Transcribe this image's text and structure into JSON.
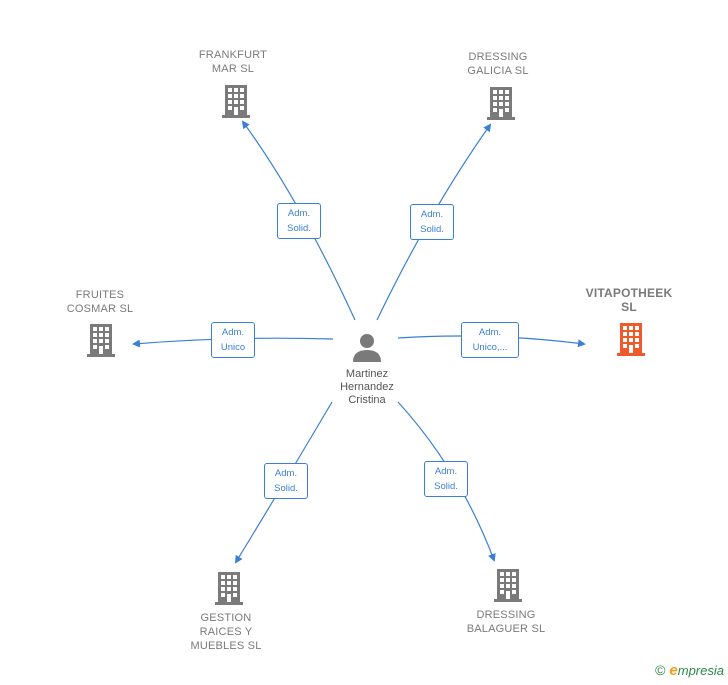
{
  "colors": {
    "edge": "#3b7fd4",
    "building": "#7a7a7a",
    "highlight": "#f05a2a",
    "person": "#7a7a7a"
  },
  "person": {
    "name": "Martinez\nHernandez\nCristina",
    "icon": "person-icon"
  },
  "companies": [
    {
      "id": "frankfurt",
      "name": "FRANKFURT\nMAR  SL",
      "role": "Adm.\nSolid.",
      "highlight": false
    },
    {
      "id": "dressing-galicia",
      "name": "DRESSING\nGALICIA  SL",
      "role": "Adm.\nSolid.",
      "highlight": false
    },
    {
      "id": "fruites",
      "name": "FRUITES\nCOSMAR SL",
      "role": "Adm.\nUnico",
      "highlight": false
    },
    {
      "id": "vitapotheek",
      "name": "VITAPOTHEEK\nSL",
      "role": "Adm.\nUnico,...",
      "highlight": true
    },
    {
      "id": "gestion",
      "name": "GESTION\nRAICES Y\nMUEBLES  SL",
      "role": "Adm.\nSolid.",
      "highlight": false
    },
    {
      "id": "dressing-balaguer",
      "name": "DRESSING\nBALAGUER SL",
      "role": "Adm.\nSolid.",
      "highlight": false
    }
  ],
  "footer": {
    "copyright": "©",
    "brand_initial": "e",
    "brand_rest": "mpresia"
  }
}
